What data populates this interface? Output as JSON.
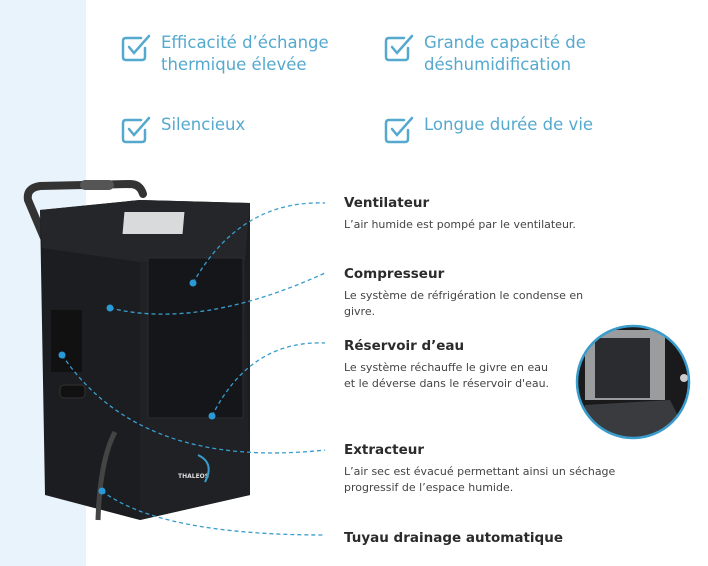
{
  "features": [
    {
      "label": "Efficacité d’échange\nthermique élevée",
      "icon": "checkbox-icon"
    },
    {
      "label": "Grande capacité de\ndéshumidification",
      "icon": "checkbox-icon"
    },
    {
      "label": "Silencieux",
      "icon": "checkbox-icon"
    },
    {
      "label": "Longue durée de vie",
      "icon": "checkbox-icon"
    }
  ],
  "components": [
    {
      "title": "Ventilateur",
      "desc": "L’air humide est pompé par le ventilateur."
    },
    {
      "title": "Compresseur",
      "desc": "Le système de réfrigération le condense en givre."
    },
    {
      "title": "Réservoir d’eau",
      "desc": "Le système réchauffe le givre en eau et le déverse dans le réservoir d'eau."
    },
    {
      "title": "Extracteur",
      "desc": "L’air sec est évacué permettant ainsi un séchage progressif de l’espace humide."
    },
    {
      "title": "Tuyau drainage automatique",
      "desc": ""
    }
  ],
  "brand_logo": "THALEOS",
  "colors": {
    "accent": "#55a9cf",
    "strip": "#e9f3fb",
    "line": "#3a9ccc"
  }
}
